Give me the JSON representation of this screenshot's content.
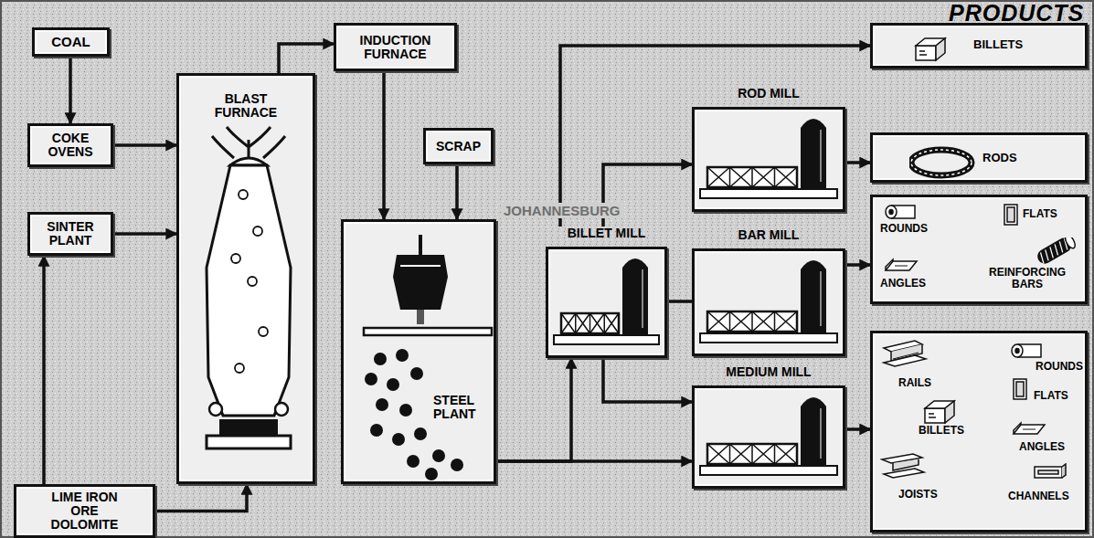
{
  "diagram": {
    "nodes": [
      {
        "text": [
          "COAL"
        ]
      },
      {
        "text": [
          "COKE OVENS"
        ]
      },
      {
        "text": [
          "SINTER PLANT"
        ]
      },
      {
        "text": [
          "LIME IRON ORE DOLOMITE"
        ]
      },
      {
        "text": [
          "BLAST FURNACE"
        ]
      },
      {
        "text": [
          "INDUCTION FURNACE"
        ]
      },
      {
        "text": [
          "SCRAP"
        ]
      },
      {
        "text": [
          "STEEL PLANT"
        ]
      },
      {
        "text": [
          "BILLET MILL"
        ]
      },
      {
        "text": [
          "ROD MILL"
        ]
      },
      {
        "text": [
          "BAR MILL"
        ]
      },
      {
        "text": [
          "MEDIUM MILL"
        ]
      },
      {
        "text": [
          "BILLETS"
        ]
      },
      {
        "text": [
          "RODS"
        ]
      },
      {
        "text": [
          "ROUNDS",
          "FLATS",
          "ANGLES",
          "REINFORCING BARS"
        ]
      },
      {
        "text": [
          "RAILS",
          "ROUNDS",
          "FLATS",
          "BILLETS",
          "ANGLES",
          "JOISTS",
          "CHANNELS"
        ]
      }
    ],
    "edges": [
      {
        "from": 0,
        "to": 1,
        "arrow": "to"
      },
      {
        "from": 1,
        "to": 4,
        "arrow": "to"
      },
      {
        "from": 2,
        "to": 4,
        "arrow": "to"
      },
      {
        "from": 3,
        "to": 2,
        "arrow": "to"
      },
      {
        "from": 3,
        "to": 4,
        "arrow": "to"
      },
      {
        "from": 4,
        "to": 5,
        "arrow": "to"
      },
      {
        "from": 5,
        "to": 7,
        "arrow": "to"
      },
      {
        "from": 6,
        "to": 7,
        "arrow": "to"
      },
      {
        "from": 7,
        "to": 8,
        "arrow": "to"
      },
      {
        "from": 7,
        "to": 11,
        "arrow": "to"
      },
      {
        "from": 8,
        "to": 12,
        "arrow": "to"
      },
      {
        "from": 8,
        "to": 9,
        "arrow": "to"
      },
      {
        "from": 8,
        "to": 10,
        "arrow": "none"
      },
      {
        "from": 8,
        "to": 11,
        "arrow": "to"
      },
      {
        "from": 9,
        "to": 13,
        "arrow": "to"
      },
      {
        "from": 10,
        "to": 14,
        "arrow": "to"
      },
      {
        "from": 11,
        "to": 15,
        "arrow": "to"
      }
    ],
    "labels": [
      "PRODUCTS",
      "JOHANNESBURG"
    ]
  }
}
